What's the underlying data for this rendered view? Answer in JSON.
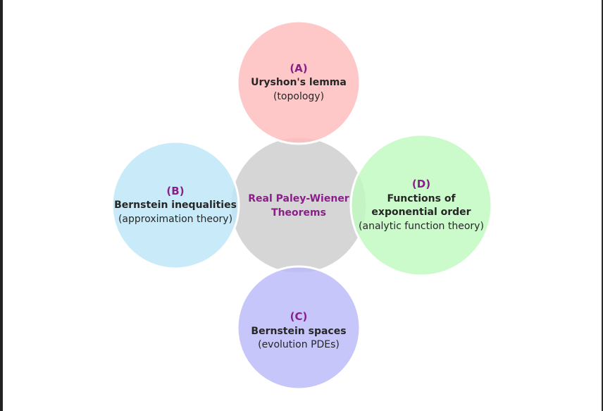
{
  "colors": {
    "center": "#d6d6d6",
    "a": "#ffc8c8",
    "b": "#c8eaf8",
    "c": "#c9c9fb",
    "d": "#ccfccc",
    "accent": "#8a1e8a",
    "text": "#262626"
  },
  "center": {
    "line1": "Real Paley-Wiener",
    "line2": "Theorems"
  },
  "nodes": {
    "a": {
      "letter": "(A)",
      "title1": "Uryshon's lemma",
      "sub": "(topology)"
    },
    "b": {
      "letter": "(B)",
      "title1": "Bernstein inequalities",
      "sub": "(approximation theory)"
    },
    "c": {
      "letter": "(C)",
      "title1": "Bernstein spaces",
      "sub": "(evolution PDEs)"
    },
    "d": {
      "letter": "(D)",
      "title1": "Functions of",
      "title2": "exponential order",
      "sub": "(analytic function theory)"
    }
  }
}
